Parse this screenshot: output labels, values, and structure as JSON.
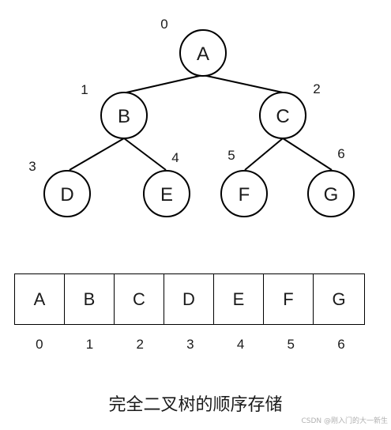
{
  "tree": {
    "nodes": [
      {
        "label": "A",
        "index": "0"
      },
      {
        "label": "B",
        "index": "1"
      },
      {
        "label": "C",
        "index": "2"
      },
      {
        "label": "D",
        "index": "3"
      },
      {
        "label": "E",
        "index": "4"
      },
      {
        "label": "F",
        "index": "5"
      },
      {
        "label": "G",
        "index": "6"
      }
    ]
  },
  "array": {
    "cells": [
      "A",
      "B",
      "C",
      "D",
      "E",
      "F",
      "G"
    ],
    "indices": [
      "0",
      "1",
      "2",
      "3",
      "4",
      "5",
      "6"
    ]
  },
  "caption": "完全二叉树的顺序存储",
  "watermark": "CSDN @刚入门的大一新生"
}
